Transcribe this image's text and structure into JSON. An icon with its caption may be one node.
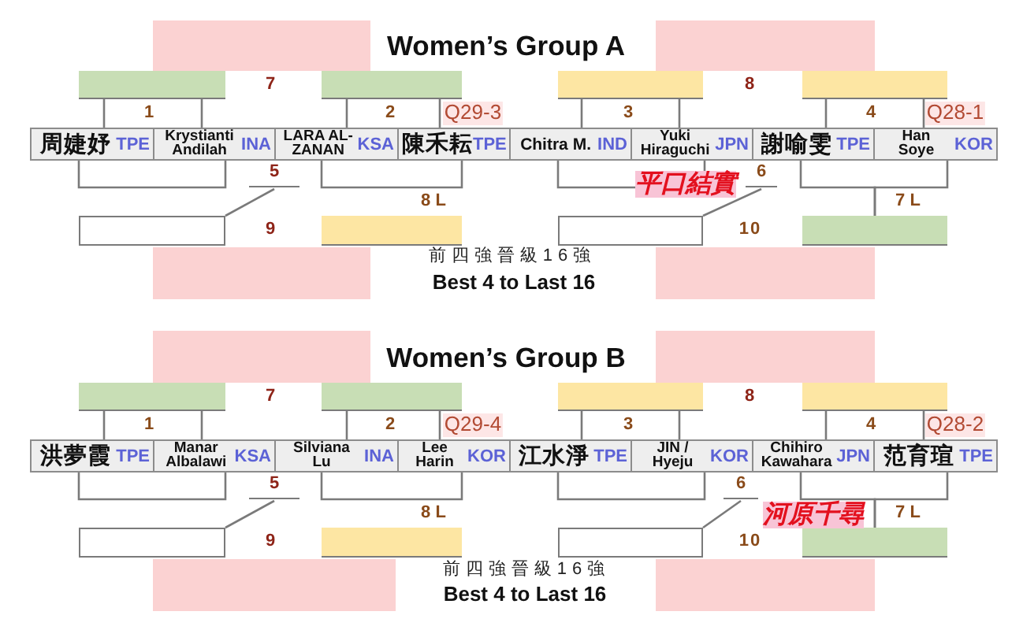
{
  "diagram": {
    "nodes": [
      {
        "text": [],
        "shape": "bar"
      },
      {
        "text": [],
        "shape": "bar"
      },
      {
        "text": [],
        "shape": "bar"
      },
      {
        "text": [],
        "shape": "bar"
      },
      {
        "text": [
          "周婕妤",
          "TPE"
        ]
      },
      {
        "text": [
          "Krystianti Andilah",
          "INA"
        ]
      },
      {
        "text": [
          "LARA AL-ZANAN",
          "KSA"
        ]
      },
      {
        "text": [
          "陳禾耘",
          "TPE"
        ]
      },
      {
        "text": [
          "Chitra M.",
          "IND"
        ]
      },
      {
        "text": [
          "Yuki Hiraguchi",
          "JPN"
        ]
      },
      {
        "text": [
          "謝喻雯",
          "TPE"
        ]
      },
      {
        "text": [
          "Han Soye",
          "KOR"
        ]
      },
      {
        "text": [
          "5"
        ]
      },
      {
        "text": [
          "6"
        ]
      },
      {
        "text": [],
        "shape": "box"
      },
      {
        "text": [],
        "shape": "bar",
        "beside": [
          "8 L"
        ]
      },
      {
        "text": [],
        "shape": "box"
      },
      {
        "text": [],
        "shape": "bar",
        "beside": [
          "7 L"
        ]
      },
      {
        "text": [],
        "shape": "bar"
      },
      {
        "text": [],
        "shape": "bar"
      },
      {
        "text": [],
        "shape": "bar"
      },
      {
        "text": [],
        "shape": "bar"
      },
      {
        "text": [
          "洪夢霞",
          "TPE"
        ]
      },
      {
        "text": [
          "Manar Albalawi",
          "KSA"
        ]
      },
      {
        "text": [
          "Silviana Lu",
          "INA"
        ]
      },
      {
        "text": [
          "Lee Harin",
          "KOR"
        ]
      },
      {
        "text": [
          "江水淨",
          "TPE"
        ]
      },
      {
        "text": [
          "JIN / Hyeju",
          "KOR"
        ]
      },
      {
        "text": [
          "Chihiro Kawahara",
          "JPN"
        ]
      },
      {
        "text": [
          "范育瑄",
          "TPE"
        ]
      },
      {
        "text": [
          "5"
        ]
      },
      {
        "text": [
          "6"
        ]
      },
      {
        "text": [],
        "shape": "box"
      },
      {
        "text": [],
        "shape": "bar",
        "beside": [
          "8 L"
        ]
      },
      {
        "text": [],
        "shape": "box"
      },
      {
        "text": [],
        "shape": "bar",
        "beside": [
          "7 L"
        ]
      }
    ],
    "edges": [
      {
        "from": 4,
        "to": 0,
        "arrow": "none"
      },
      {
        "from": 5,
        "to": 0,
        "arrow": "none"
      },
      {
        "from": 6,
        "to": 1,
        "arrow": "none"
      },
      {
        "from": 7,
        "to": 1,
        "arrow": "none"
      },
      {
        "from": 8,
        "to": 2,
        "arrow": "none"
      },
      {
        "from": 9,
        "to": 2,
        "arrow": "none"
      },
      {
        "from": 10,
        "to": 3,
        "arrow": "none"
      },
      {
        "from": 11,
        "to": 3,
        "arrow": "none"
      },
      {
        "from": 4,
        "to": 5,
        "arrow": "none"
      },
      {
        "from": 6,
        "to": 7,
        "arrow": "none"
      },
      {
        "from": 8,
        "to": 9,
        "arrow": "none"
      },
      {
        "from": 10,
        "to": 17,
        "arrow": "none"
      },
      {
        "from": 11,
        "to": 17,
        "arrow": "none"
      },
      {
        "from": 12,
        "to": 14,
        "arrow": "none"
      },
      {
        "from": 13,
        "to": 16,
        "arrow": "none"
      },
      {
        "from": 22,
        "to": 18,
        "arrow": "none"
      },
      {
        "from": 23,
        "to": 18,
        "arrow": "none"
      },
      {
        "from": 24,
        "to": 19,
        "arrow": "none"
      },
      {
        "from": 25,
        "to": 19,
        "arrow": "none"
      },
      {
        "from": 26,
        "to": 20,
        "arrow": "none"
      },
      {
        "from": 27,
        "to": 20,
        "arrow": "none"
      },
      {
        "from": 28,
        "to": 21,
        "arrow": "none"
      },
      {
        "from": 29,
        "to": 21,
        "arrow": "none"
      },
      {
        "from": 22,
        "to": 23,
        "arrow": "none"
      },
      {
        "from": 24,
        "to": 25,
        "arrow": "none"
      },
      {
        "from": 26,
        "to": 27,
        "arrow": "none"
      },
      {
        "from": 28,
        "to": 35,
        "arrow": "none"
      },
      {
        "from": 29,
        "to": 35,
        "arrow": "none"
      },
      {
        "from": 30,
        "to": 32,
        "arrow": "none"
      },
      {
        "from": 31,
        "to": 34,
        "arrow": "none"
      }
    ],
    "labels": [
      "Women’s Group A",
      "7",
      "8",
      "1",
      "2",
      "Q29-3",
      "3",
      "4",
      "Q28-1",
      "平口結實",
      "9",
      "10",
      "前四強晉級16強",
      "Best 4 to Last 16",
      "Women’s Group B",
      "7",
      "8",
      "1",
      "2",
      "Q29-4",
      "3",
      "4",
      "Q28-2",
      "河原千尋",
      "9",
      "10",
      "前四強晉級16強",
      "Best 4 to Last 16"
    ]
  }
}
